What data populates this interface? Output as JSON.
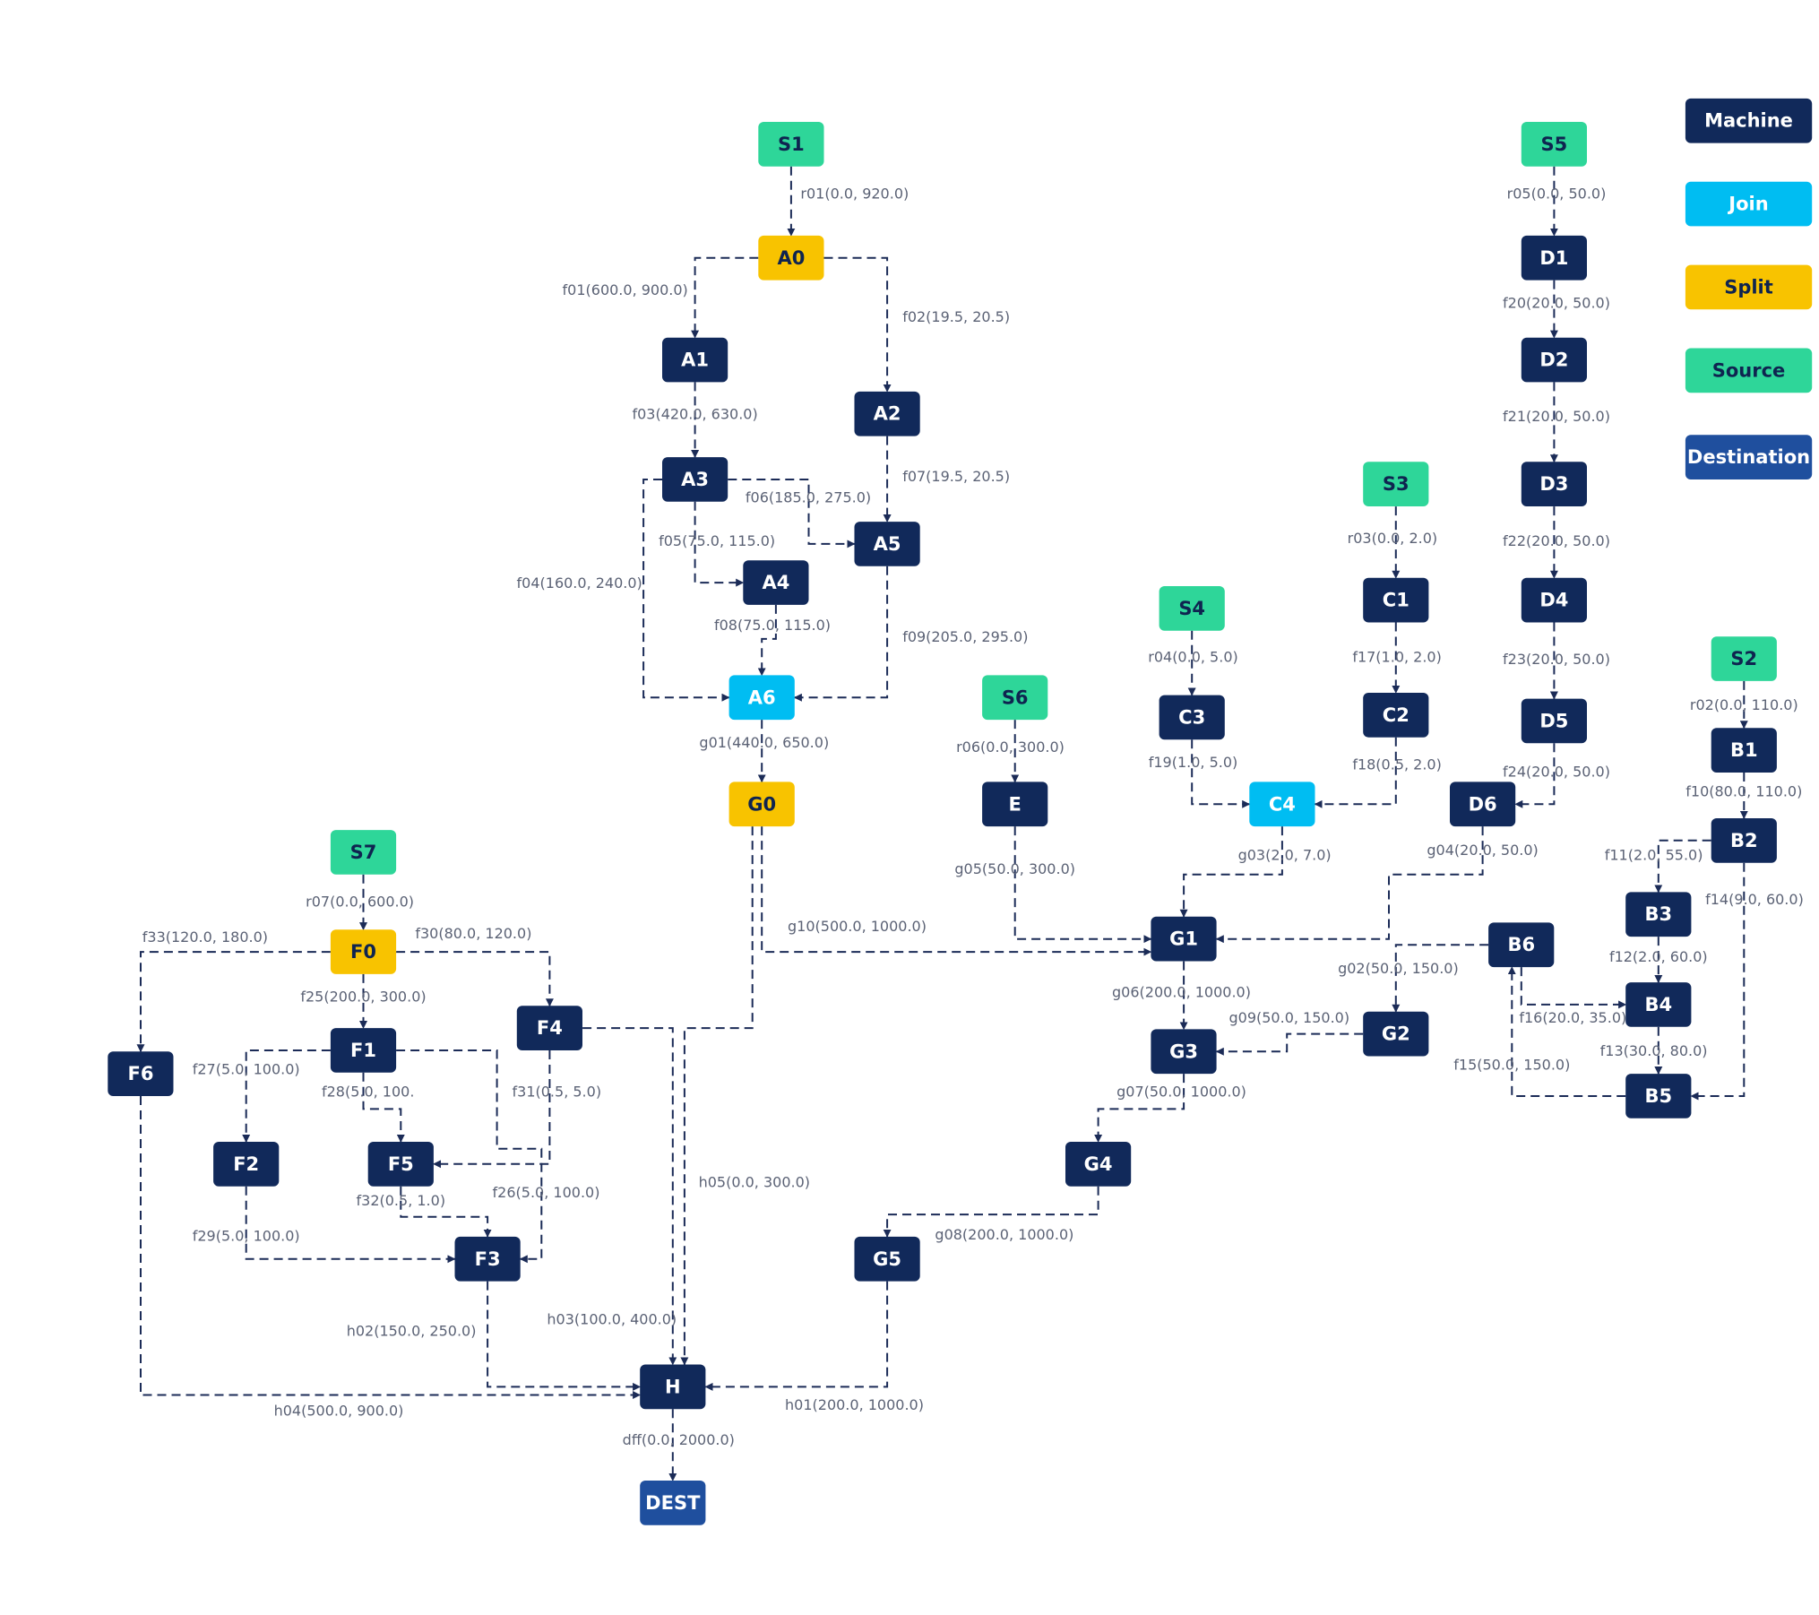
{
  "colors": {
    "machine": "#11295a",
    "join": "#00bdf2",
    "split": "#f8c300",
    "source": "#2ed699",
    "destination": "#1f4f9e",
    "edge": "#1b2b57",
    "edge_label": "#5b6275"
  },
  "legend": [
    {
      "key": "machine",
      "label": "Machine"
    },
    {
      "key": "join",
      "label": "Join"
    },
    {
      "key": "split",
      "label": "Split"
    },
    {
      "key": "source",
      "label": "Source"
    },
    {
      "key": "destination",
      "label": "Destination"
    }
  ],
  "nodes": [
    {
      "id": "S1",
      "type": "source"
    },
    {
      "id": "A0",
      "type": "split"
    },
    {
      "id": "A1",
      "type": "machine"
    },
    {
      "id": "A2",
      "type": "machine"
    },
    {
      "id": "A3",
      "type": "machine"
    },
    {
      "id": "A4",
      "type": "machine"
    },
    {
      "id": "A5",
      "type": "machine"
    },
    {
      "id": "A6",
      "type": "join"
    },
    {
      "id": "G0",
      "type": "split"
    },
    {
      "id": "S5",
      "type": "source"
    },
    {
      "id": "D1",
      "type": "machine"
    },
    {
      "id": "D2",
      "type": "machine"
    },
    {
      "id": "D3",
      "type": "machine"
    },
    {
      "id": "D4",
      "type": "machine"
    },
    {
      "id": "D5",
      "type": "machine"
    },
    {
      "id": "D6",
      "type": "machine"
    },
    {
      "id": "S3",
      "type": "source"
    },
    {
      "id": "C1",
      "type": "machine"
    },
    {
      "id": "C2",
      "type": "machine"
    },
    {
      "id": "S4",
      "type": "source"
    },
    {
      "id": "C3",
      "type": "machine"
    },
    {
      "id": "C4",
      "type": "join"
    },
    {
      "id": "S6",
      "type": "source"
    },
    {
      "id": "E",
      "type": "machine"
    },
    {
      "id": "S2",
      "type": "source"
    },
    {
      "id": "B1",
      "type": "machine"
    },
    {
      "id": "B2",
      "type": "machine"
    },
    {
      "id": "B3",
      "type": "machine"
    },
    {
      "id": "B4",
      "type": "machine"
    },
    {
      "id": "B5",
      "type": "machine"
    },
    {
      "id": "B6",
      "type": "machine"
    },
    {
      "id": "G1",
      "type": "machine"
    },
    {
      "id": "G2",
      "type": "machine"
    },
    {
      "id": "G3",
      "type": "machine"
    },
    {
      "id": "G4",
      "type": "machine"
    },
    {
      "id": "G5",
      "type": "machine"
    },
    {
      "id": "S7",
      "type": "source"
    },
    {
      "id": "F0",
      "type": "split"
    },
    {
      "id": "F1",
      "type": "machine"
    },
    {
      "id": "F2",
      "type": "machine"
    },
    {
      "id": "F3",
      "type": "machine"
    },
    {
      "id": "F4",
      "type": "machine"
    },
    {
      "id": "F5",
      "type": "machine"
    },
    {
      "id": "F6",
      "type": "machine"
    },
    {
      "id": "H",
      "type": "machine"
    },
    {
      "id": "DEST",
      "type": "destination"
    }
  ],
  "edges": [
    {
      "id": "r01",
      "from": "S1",
      "to": "A0",
      "label": "r01(0.0, 920.0)"
    },
    {
      "id": "f01",
      "from": "A0",
      "to": "A1",
      "label": "f01(600.0, 900.0)"
    },
    {
      "id": "f02",
      "from": "A0",
      "to": "A2",
      "label": "f02(19.5, 20.5)"
    },
    {
      "id": "f03",
      "from": "A1",
      "to": "A3",
      "label": "f03(420.0, 630.0)"
    },
    {
      "id": "f07",
      "from": "A2",
      "to": "A5",
      "label": "f07(19.5, 20.5)"
    },
    {
      "id": "f06",
      "from": "A3",
      "to": "A5",
      "label": "f06(185.0, 275.0)"
    },
    {
      "id": "f05",
      "from": "A3",
      "to": "A4",
      "label": "f05(75.0, 115.0)"
    },
    {
      "id": "f04",
      "from": "A3",
      "to": "A6",
      "label": "f04(160.0, 240.0)"
    },
    {
      "id": "f08",
      "from": "A4",
      "to": "A6",
      "label": "f08(75.0, 115.0)"
    },
    {
      "id": "f09",
      "from": "A5",
      "to": "A6",
      "label": "f09(205.0, 295.0)"
    },
    {
      "id": "g01",
      "from": "A6",
      "to": "G0",
      "label": "g01(440.0, 650.0)"
    },
    {
      "id": "g10",
      "from": "G0",
      "to": "G1",
      "label": "g10(500.0, 1000.0)"
    },
    {
      "id": "h05",
      "from": "G0",
      "to": "H",
      "label": "h05(0.0, 300.0)"
    },
    {
      "id": "r05",
      "from": "S5",
      "to": "D1",
      "label": "r05(0.0, 50.0)"
    },
    {
      "id": "f20",
      "from": "D1",
      "to": "D2",
      "label": "f20(20.0, 50.0)"
    },
    {
      "id": "f21",
      "from": "D2",
      "to": "D3",
      "label": "f21(20.0, 50.0)"
    },
    {
      "id": "f22",
      "from": "D3",
      "to": "D4",
      "label": "f22(20.0, 50.0)"
    },
    {
      "id": "f23",
      "from": "D4",
      "to": "D5",
      "label": "f23(20.0, 50.0)"
    },
    {
      "id": "f24",
      "from": "D5",
      "to": "D6",
      "label": "f24(20.0, 50.0)"
    },
    {
      "id": "g04",
      "from": "D6",
      "to": "G1",
      "label": "g04(20.0, 50.0)"
    },
    {
      "id": "r03",
      "from": "S3",
      "to": "C1",
      "label": "r03(0.0, 2.0)"
    },
    {
      "id": "f17",
      "from": "C1",
      "to": "C2",
      "label": "f17(1.0, 2.0)"
    },
    {
      "id": "f18",
      "from": "C2",
      "to": "C4",
      "label": "f18(0.5, 2.0)"
    },
    {
      "id": "r04",
      "from": "S4",
      "to": "C3",
      "label": "r04(0.0, 5.0)"
    },
    {
      "id": "f19",
      "from": "C3",
      "to": "C4",
      "label": "f19(1.0, 5.0)"
    },
    {
      "id": "g03",
      "from": "C4",
      "to": "G1",
      "label": "g03(2.0, 7.0)"
    },
    {
      "id": "r06",
      "from": "S6",
      "to": "E",
      "label": "r06(0.0, 300.0)"
    },
    {
      "id": "g05",
      "from": "E",
      "to": "G1",
      "label": "g05(50.0, 300.0)"
    },
    {
      "id": "r02",
      "from": "S2",
      "to": "B1",
      "label": "r02(0.0, 110.0)"
    },
    {
      "id": "f10",
      "from": "B1",
      "to": "B2",
      "label": "f10(80.0, 110.0)"
    },
    {
      "id": "f11",
      "from": "B2",
      "to": "B3",
      "label": "f11(2.0, 55.0)"
    },
    {
      "id": "f14",
      "from": "B2",
      "to": "B5",
      "label": "f14(9.0, 60.0)"
    },
    {
      "id": "f12",
      "from": "B3",
      "to": "B4",
      "label": "f12(2.0, 60.0)"
    },
    {
      "id": "f13",
      "from": "B4",
      "to": "B5",
      "label": "f13(30.0, 80.0)"
    },
    {
      "id": "f15",
      "from": "B5",
      "to": "B6",
      "label": "f15(50.0, 150.0)"
    },
    {
      "id": "f16",
      "from": "B6",
      "to": "B4",
      "label": "f16(20.0, 35.0)"
    },
    {
      "id": "g02",
      "from": "B6",
      "to": "G2",
      "label": "g02(50.0, 150.0)"
    },
    {
      "id": "g06",
      "from": "G1",
      "to": "G3",
      "label": "g06(200.0, 1000.0)"
    },
    {
      "id": "g09",
      "from": "G2",
      "to": "G3",
      "label": "g09(50.0, 150.0)"
    },
    {
      "id": "g07",
      "from": "G3",
      "to": "G4",
      "label": "g07(50.0, 1000.0)"
    },
    {
      "id": "g08",
      "from": "G4",
      "to": "G5",
      "label": "g08(200.0, 1000.0)"
    },
    {
      "id": "h01",
      "from": "G5",
      "to": "H",
      "label": "h01(200.0, 1000.0)"
    },
    {
      "id": "r07",
      "from": "S7",
      "to": "F0",
      "label": "r07(0.0, 600.0)"
    },
    {
      "id": "f33",
      "from": "F0",
      "to": "F6",
      "label": "f33(120.0, 180.0)"
    },
    {
      "id": "f30",
      "from": "F0",
      "to": "F4",
      "label": "f30(80.0, 120.0)"
    },
    {
      "id": "f25",
      "from": "F0",
      "to": "F1",
      "label": "f25(200.0, 300.0)"
    },
    {
      "id": "f27",
      "from": "F1",
      "to": "F2",
      "label": "f27(5.0, 100.0)"
    },
    {
      "id": "f28",
      "from": "F1",
      "to": "F5",
      "label": "f28(5.0, 100."
    },
    {
      "id": "f26",
      "from": "F1",
      "to": "F3",
      "label": "f26(5.0, 100.0)"
    },
    {
      "id": "f31",
      "from": "F4",
      "to": "F5",
      "label": "f31(0.5, 5.0)"
    },
    {
      "id": "f29",
      "from": "F2",
      "to": "F3",
      "label": "f29(5.0, 100.0)"
    },
    {
      "id": "f32",
      "from": "F5",
      "to": "F3",
      "label": "f32(0.5, 1.0)"
    },
    {
      "id": "h03",
      "from": "F4",
      "to": "H",
      "label": "h03(100.0, 400.0)"
    },
    {
      "id": "h02",
      "from": "F3",
      "to": "H",
      "label": "h02(150.0, 250.0)"
    },
    {
      "id": "h04",
      "from": "F6",
      "to": "H",
      "label": "h04(500.0, 900.0)"
    },
    {
      "id": "dff",
      "from": "H",
      "to": "DEST",
      "label": "dff(0.0, 2000.0)"
    }
  ]
}
